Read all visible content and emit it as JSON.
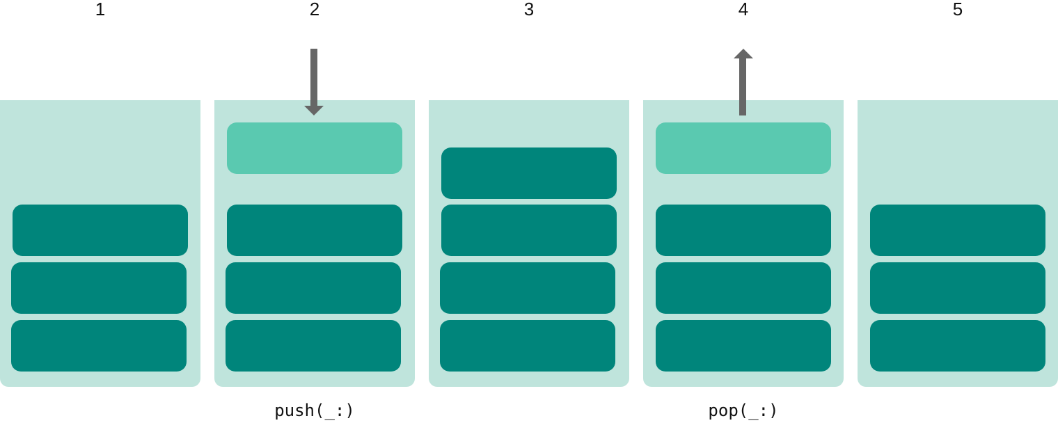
{
  "steps": [
    {
      "number": "1",
      "caption": ""
    },
    {
      "number": "2",
      "caption": "push(_:)"
    },
    {
      "number": "3",
      "caption": ""
    },
    {
      "number": "4",
      "caption": "pop(_:)"
    },
    {
      "number": "5",
      "caption": ""
    }
  ],
  "colors": {
    "container": "#bfe4dc",
    "stack_item": "#00857b",
    "moving_item": "#5ac9b0",
    "arrow": "#666666"
  },
  "arrows": [
    {
      "step": "2",
      "direction": "down",
      "meaning": "push"
    },
    {
      "step": "4",
      "direction": "up",
      "meaning": "pop"
    }
  ]
}
